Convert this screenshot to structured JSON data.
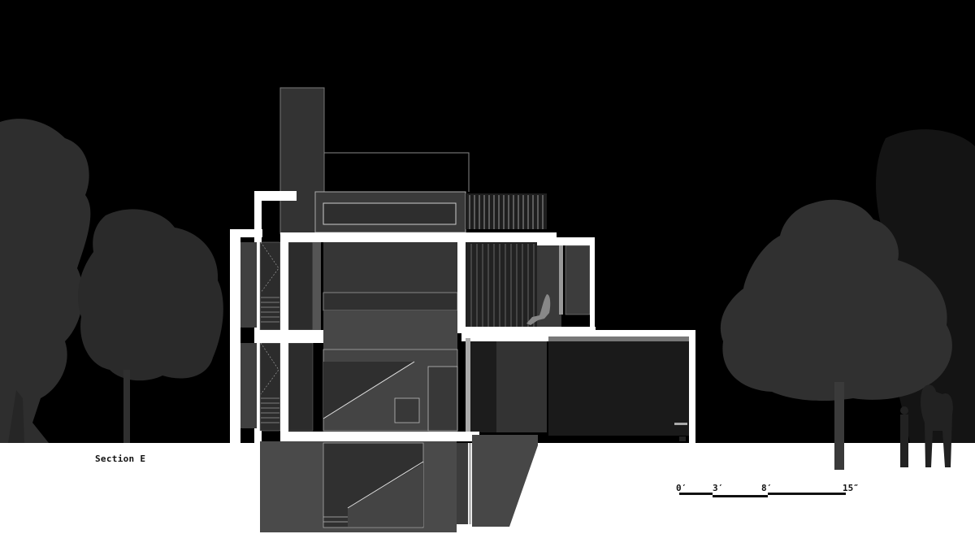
{
  "drawing": {
    "title": "Section E",
    "type": "architectural-section",
    "colors": {
      "sky": "#000000",
      "ground": "#ffffff",
      "cut_wall": "#ffffff",
      "interior_light": "#4a4a4a",
      "interior_mid": "#3c3c3c",
      "interior_dark": "#1c1c1c",
      "tree": "#3a3a3a",
      "line": "#cfcfcf"
    },
    "elements": {
      "trees": [
        "left-tree-large",
        "left-tree-small",
        "right-tree",
        "right-tree-faded"
      ],
      "figures": [
        "seated-person",
        "person-with-camel"
      ]
    }
  },
  "scale_bar": {
    "labels": [
      "0′",
      "3′",
      "8′",
      "15″"
    ]
  }
}
